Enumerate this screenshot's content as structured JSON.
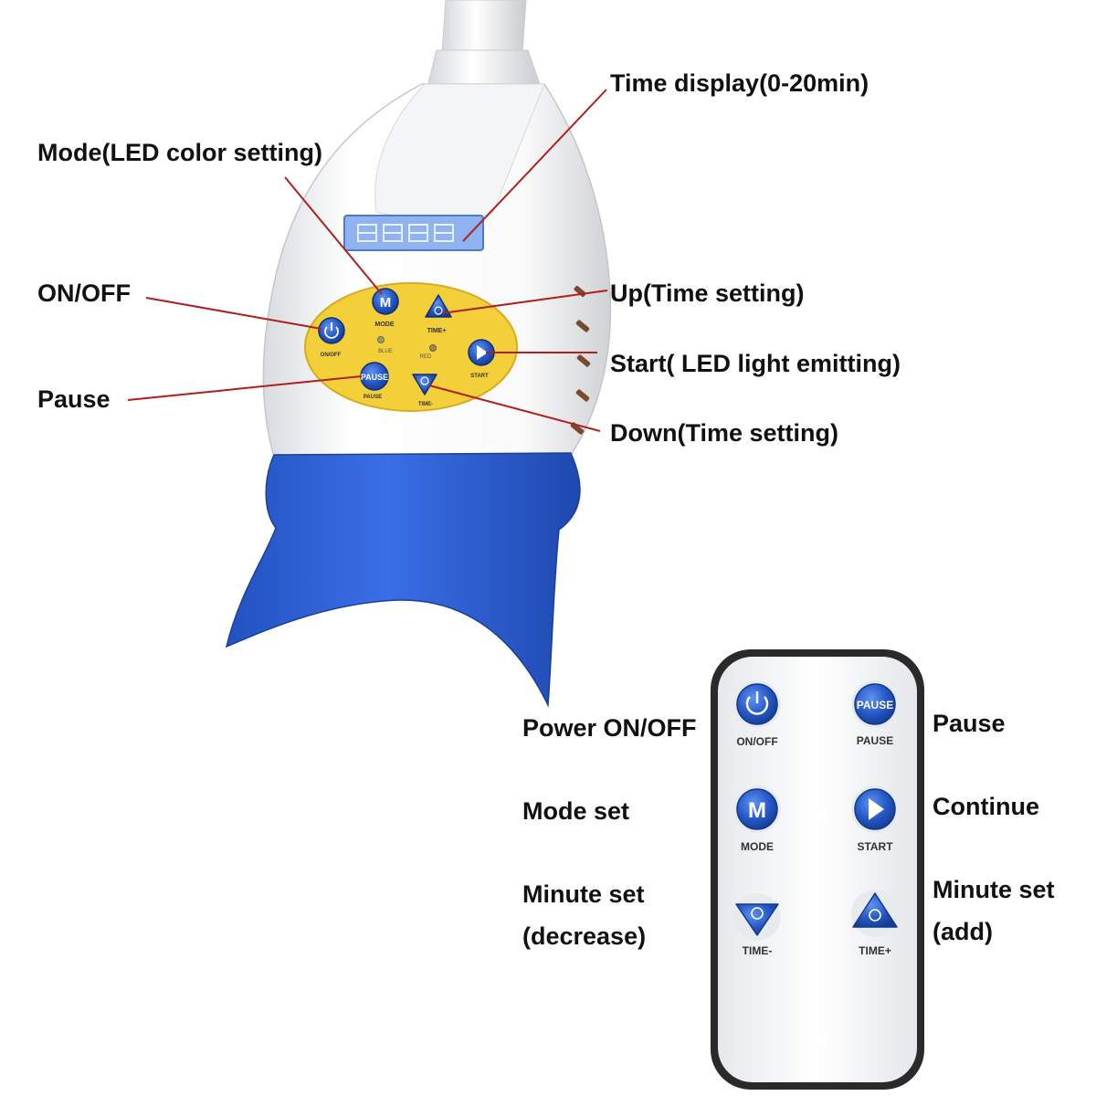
{
  "device": {
    "panel": {
      "mode_btn": {
        "glyph": "M",
        "caption": "MODE"
      },
      "time_plus_btn": {
        "caption": "TIME+"
      },
      "onoff_btn": {
        "caption": "ON/OFF"
      },
      "blue_led": {
        "caption": "BLUE"
      },
      "red_led": {
        "caption": "RED"
      },
      "start_btn": {
        "caption": "START"
      },
      "pause_btn": {
        "glyph": "PAUSE",
        "caption": "PAUSE"
      },
      "time_minus_btn": {
        "caption": "TIME-"
      }
    }
  },
  "callouts": {
    "time_display": "Time display(0-20min)",
    "mode": "Mode(LED color setting)",
    "onoff": "ON/OFF",
    "up": "Up(Time setting)",
    "start": "Start( LED light emitting)",
    "pause": "Pause",
    "down": "Down(Time setting)"
  },
  "remote": {
    "buttons": {
      "onoff": {
        "caption": "ON/OFF"
      },
      "pause": {
        "glyph": "PAUSE",
        "caption": "PAUSE"
      },
      "mode": {
        "glyph": "M",
        "caption": "MODE"
      },
      "start": {
        "caption": "START"
      },
      "time_minus": {
        "caption": "TIME-"
      },
      "time_plus": {
        "caption": "TIME+"
      }
    },
    "labels": {
      "power": "Power ON/OFF",
      "pause": "Pause",
      "mode_set": "Mode set",
      "continue": "Continue",
      "minute_decrease": [
        "Minute set",
        "(decrease)"
      ],
      "minute_add": [
        "Minute set",
        "(add)"
      ]
    }
  },
  "colors": {
    "brand_blue": "#2a5fd8",
    "panel_yellow": "#f3cf3a",
    "leader_red": "#b01e1e",
    "button_blue": "#1f4fb5"
  }
}
